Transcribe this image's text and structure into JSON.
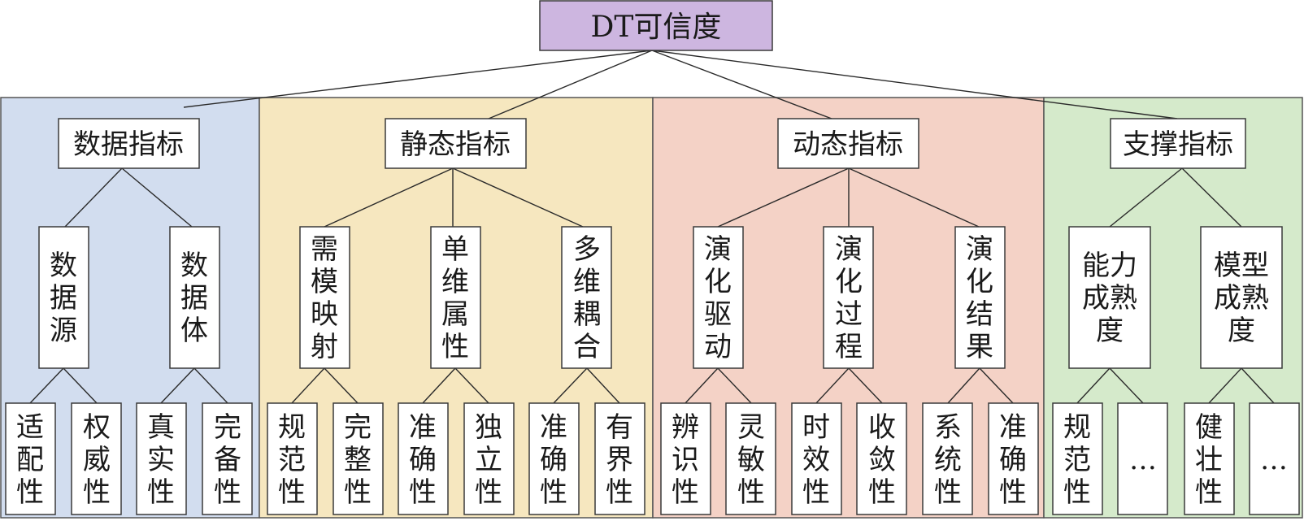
{
  "root": {
    "label": "DT可信度",
    "fill": "#cdb6e0"
  },
  "sections": [
    {
      "key": "data",
      "label": "数据指标",
      "bg": "#d2ddef",
      "children": [
        {
          "label": "数据源",
          "leaves": [
            "适配性",
            "权威性"
          ]
        },
        {
          "label": "数据体",
          "leaves": [
            "真实性",
            "完备性"
          ]
        }
      ]
    },
    {
      "key": "static",
      "label": "静态指标",
      "bg": "#f6e7bf",
      "children": [
        {
          "label": "需模映射",
          "leaves": [
            "规范性",
            "完整性"
          ]
        },
        {
          "label": "单维属性",
          "leaves": [
            "准确性",
            "独立性"
          ]
        },
        {
          "label": "多维耦合",
          "leaves": [
            "准确性",
            "有界性"
          ]
        }
      ]
    },
    {
      "key": "dynamic",
      "label": "动态指标",
      "bg": "#f4d2c6",
      "children": [
        {
          "label": "演化驱动",
          "leaves": [
            "辨识性",
            "灵敏性"
          ]
        },
        {
          "label": "演化过程",
          "leaves": [
            "时效性",
            "收敛性"
          ]
        },
        {
          "label": "演化结果",
          "leaves": [
            "系统性",
            "准确性"
          ]
        }
      ]
    },
    {
      "key": "support",
      "label": "支撑指标",
      "bg": "#d5eacb",
      "children": [
        {
          "label": "能力成熟度",
          "leaves": [
            "规范性",
            "…"
          ]
        },
        {
          "label": "模型成熟度",
          "leaves": [
            "健壮性",
            "…"
          ]
        }
      ]
    }
  ]
}
